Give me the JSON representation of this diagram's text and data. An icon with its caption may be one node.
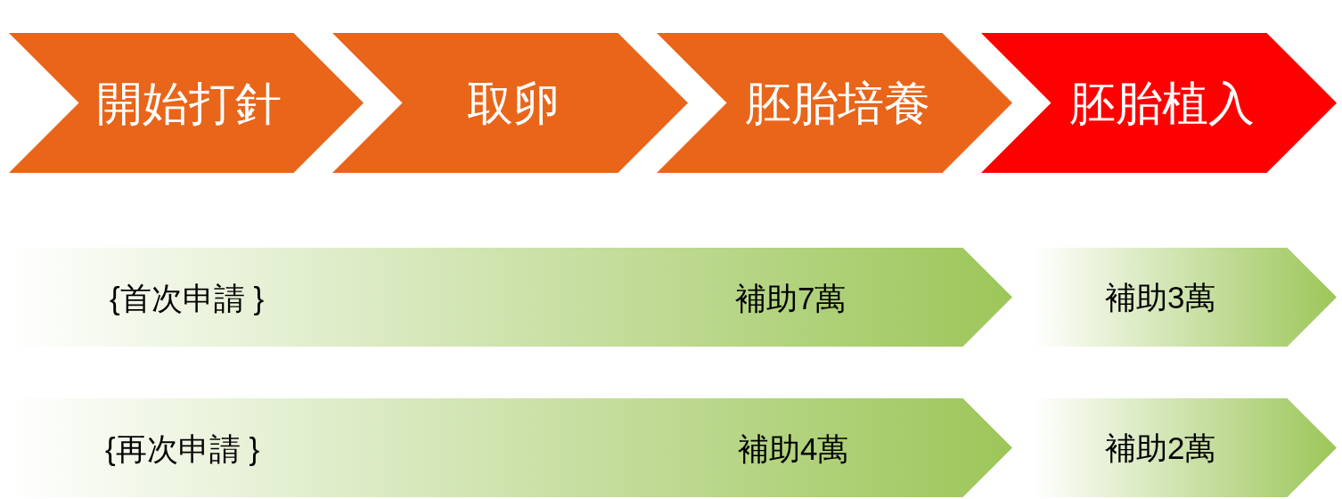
{
  "diagram": {
    "nodes": [
      {
        "text": [
          "開始打針"
        ]
      },
      {
        "text": [
          "取卵"
        ]
      },
      {
        "text": [
          "胚胎培養"
        ]
      },
      {
        "text": [
          "胚胎植入"
        ]
      },
      {
        "text": [
          "{首次申請 }",
          "補助7萬"
        ]
      },
      {
        "text": [
          "補助3萬"
        ]
      },
      {
        "text": [
          "{再次申請 }",
          "補助4萬"
        ]
      },
      {
        "text": [
          "補助2萬"
        ]
      }
    ]
  }
}
